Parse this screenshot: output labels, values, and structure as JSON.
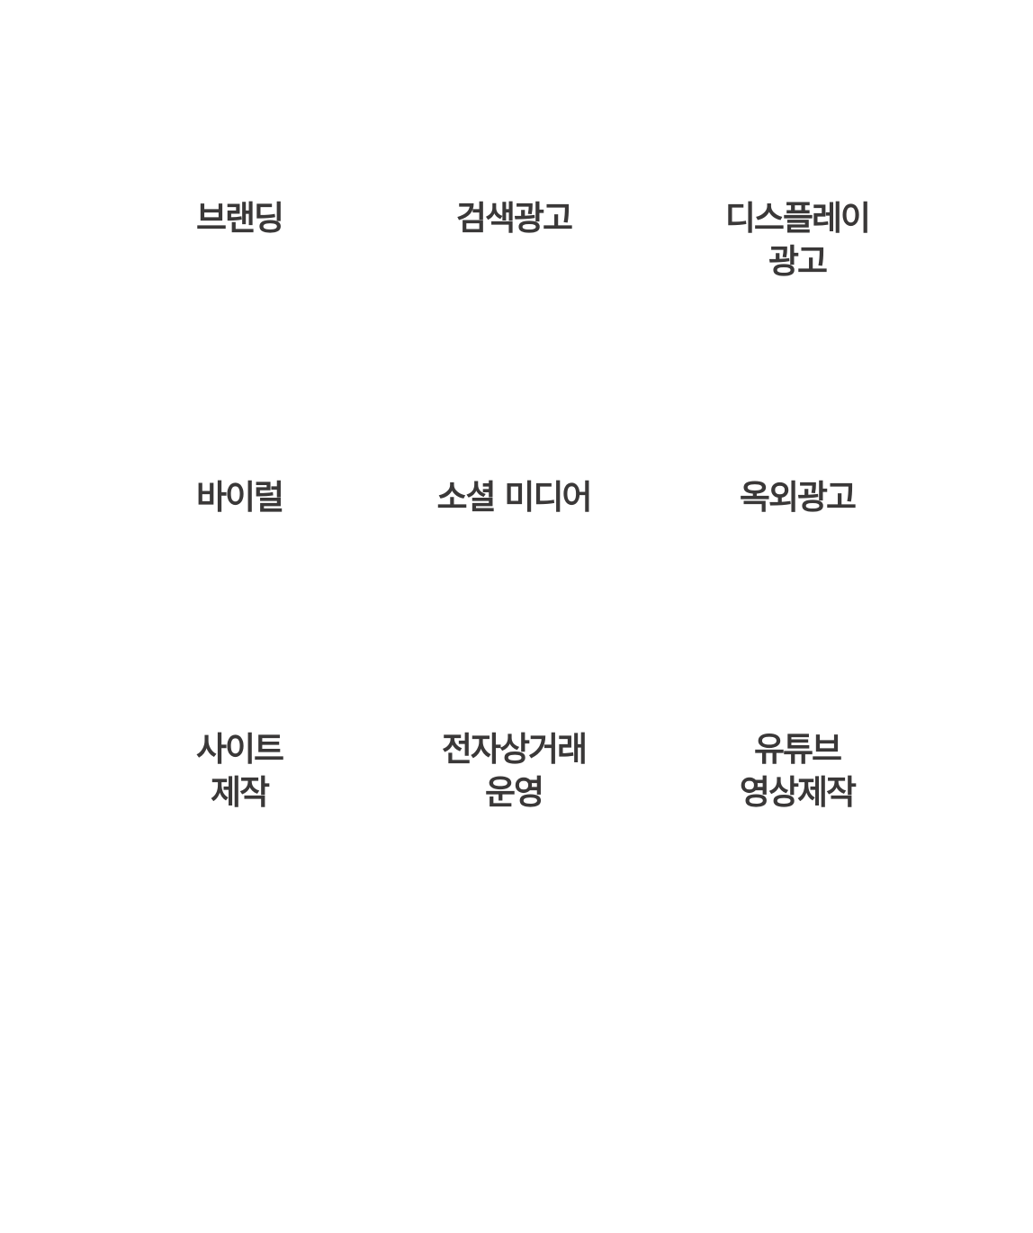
{
  "services": [
    {
      "lines": [
        "브랜딩"
      ]
    },
    {
      "lines": [
        "검색광고"
      ]
    },
    {
      "lines": [
        "디스플레이",
        "광고"
      ]
    },
    {
      "lines": [
        "바이럴"
      ]
    },
    {
      "lines": [
        "소셜 미디어"
      ]
    },
    {
      "lines": [
        "옥외광고"
      ]
    },
    {
      "lines": [
        "사이트",
        "제작"
      ]
    },
    {
      "lines": [
        "전자상거래",
        "운영"
      ]
    },
    {
      "lines": [
        "유튜브",
        "영상제작"
      ]
    }
  ]
}
